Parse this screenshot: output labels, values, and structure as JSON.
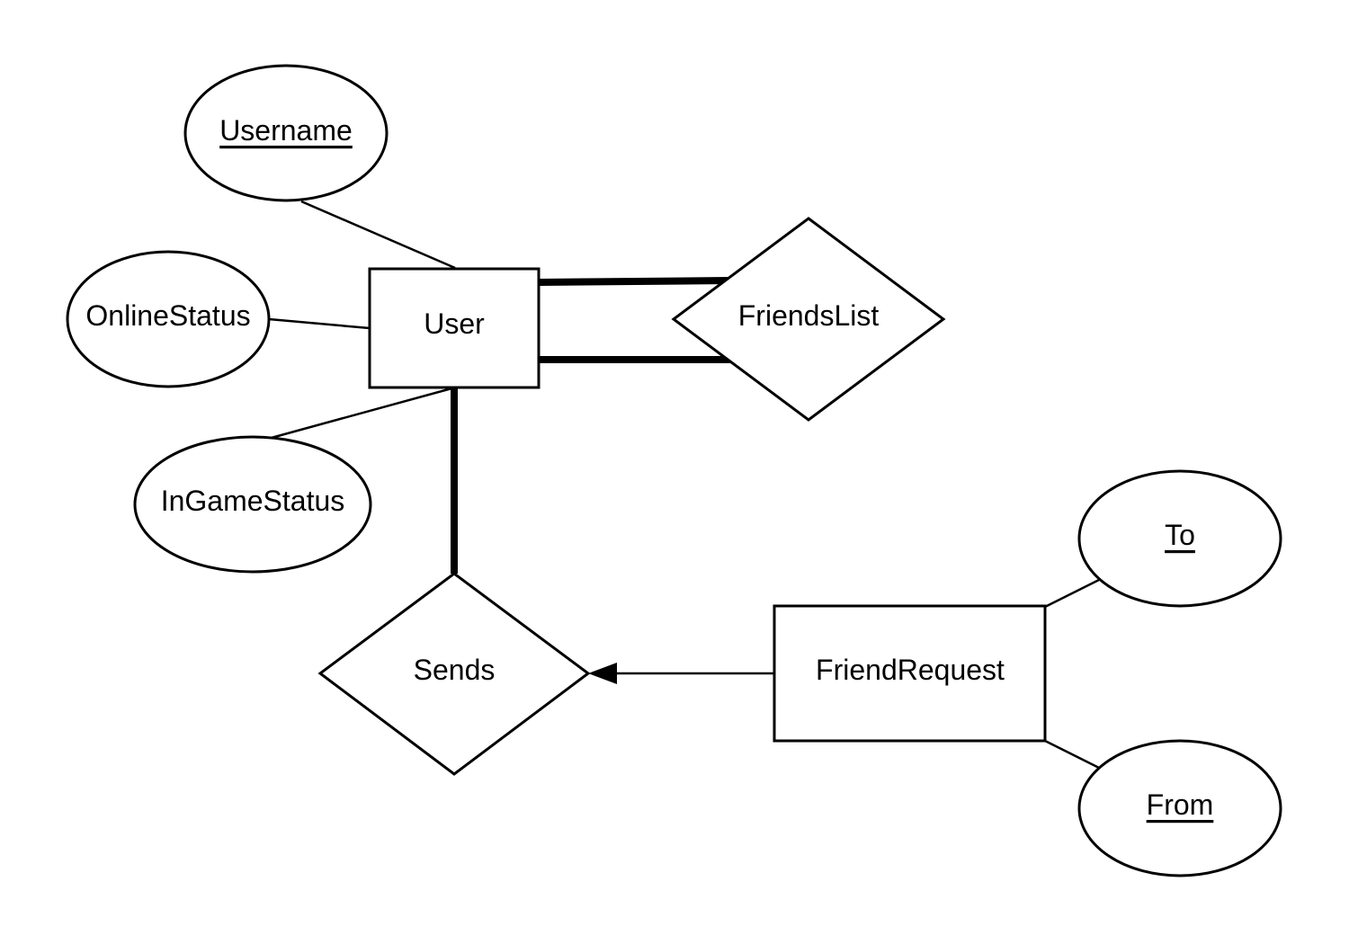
{
  "entities": {
    "user": "User",
    "friend_request": "FriendRequest"
  },
  "relationships": {
    "friends_list": "FriendsList",
    "sends": "Sends"
  },
  "attributes": {
    "username": "Username",
    "online_status": "OnlineStatus",
    "in_game_status": "InGameStatus",
    "to": "To",
    "from": "From"
  }
}
